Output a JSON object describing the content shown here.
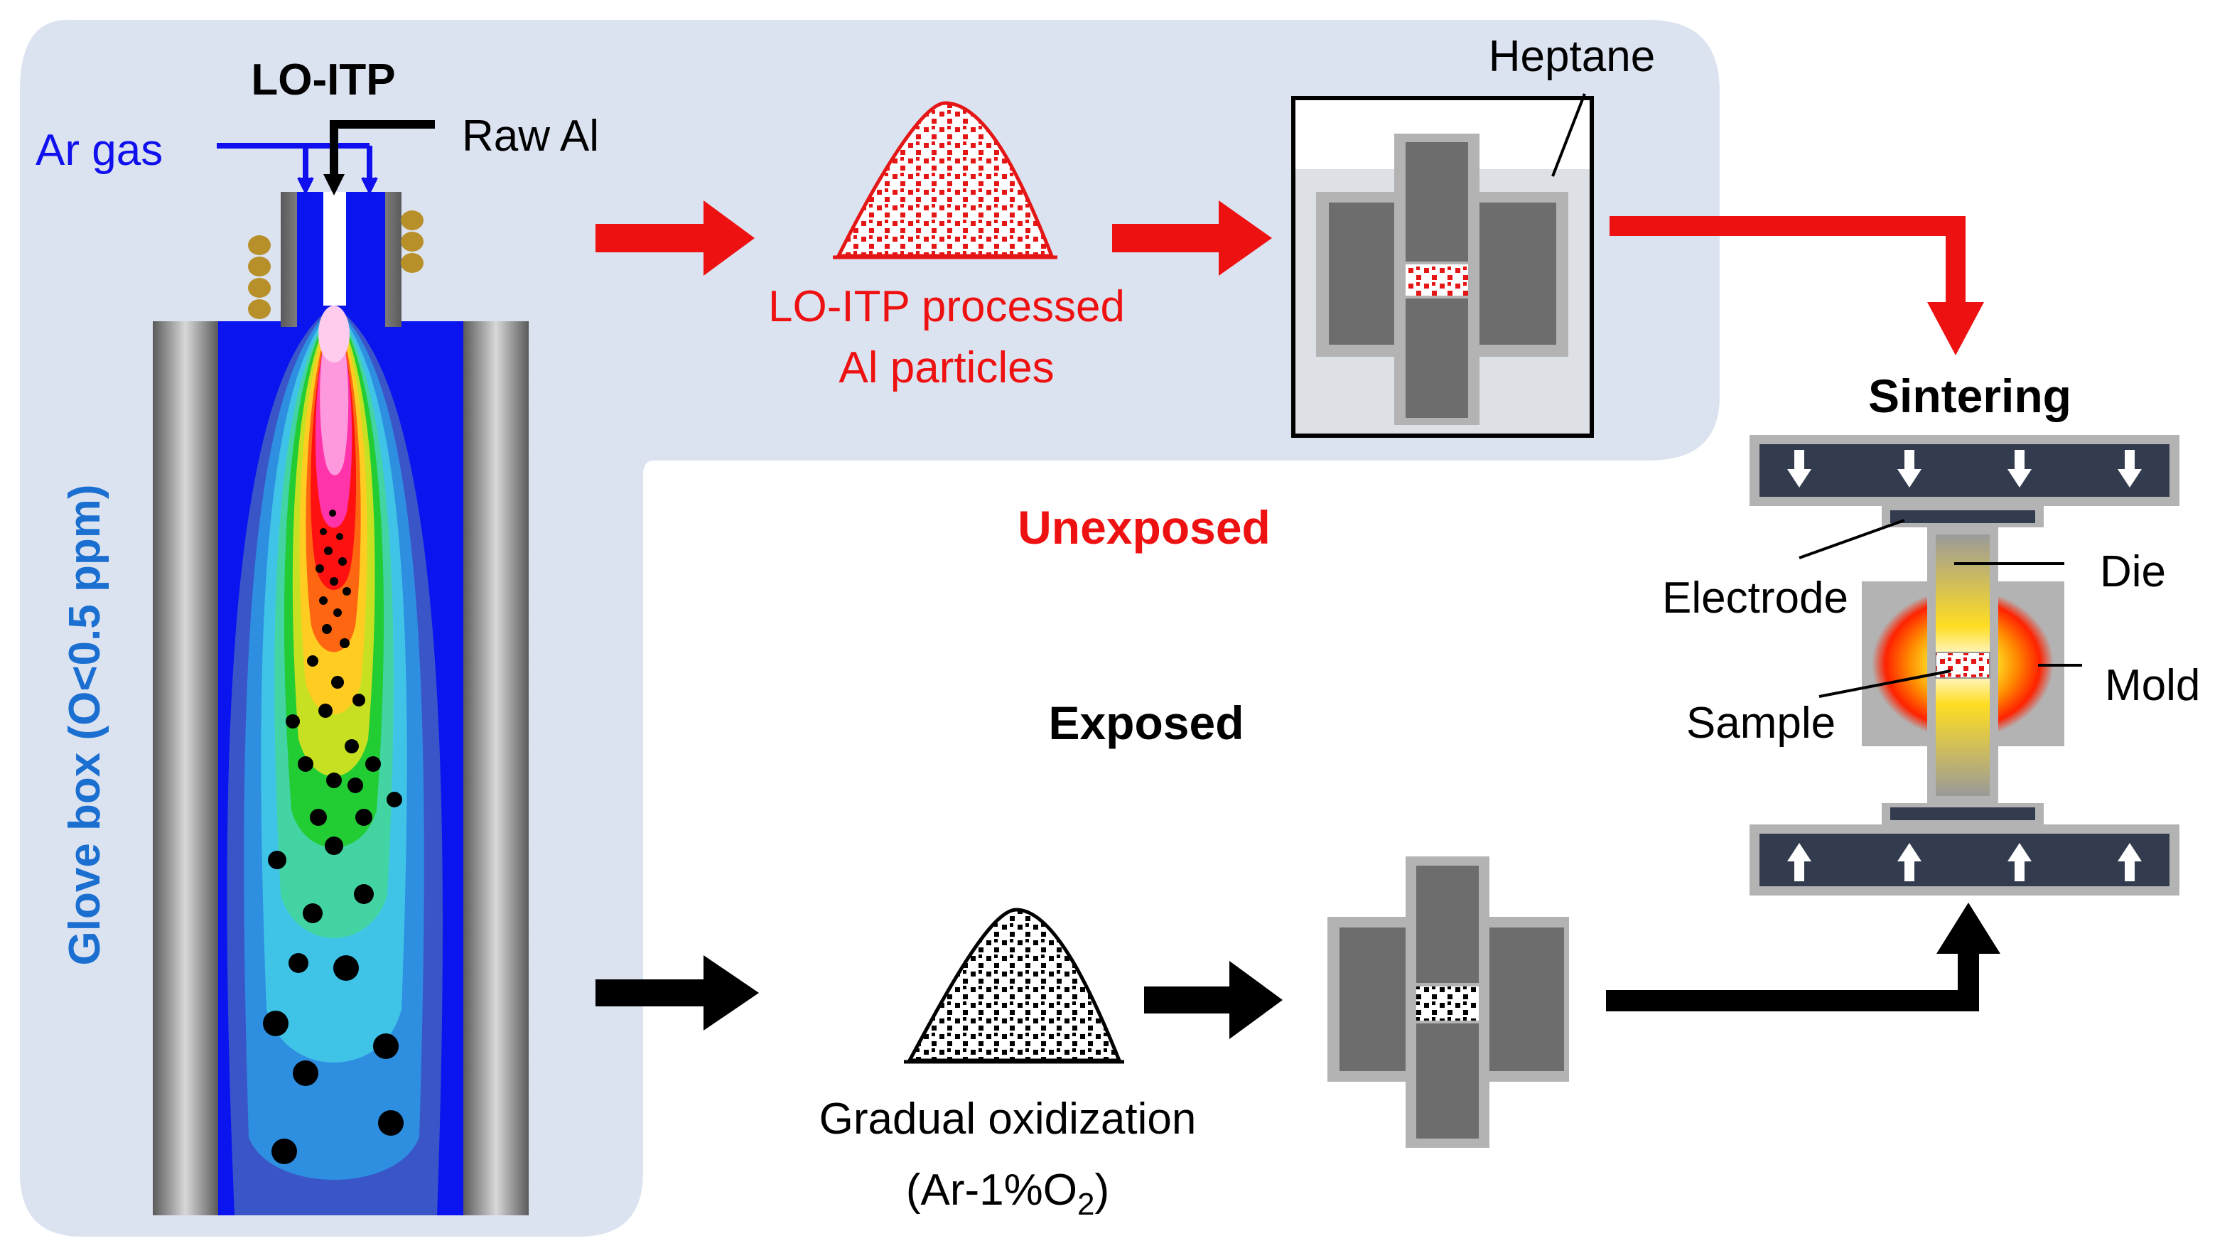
{
  "colors": {
    "glovebox_bg": "#dce3f0",
    "argon_blue": "#1010ee",
    "red_path": "#ee1111",
    "black_path": "#000000",
    "steel_gray": "#6d6d6d",
    "light_gray": "#b3b3b3",
    "press_dark": "#323c4e",
    "heptane": "#dde0e4",
    "glovebox_label": "#1a6fd0"
  },
  "labels": {
    "lo_itp": "LO-ITP",
    "ar_gas": "Ar gas",
    "raw_al": "Raw Al",
    "glove_box": "Glove box (O<0.5 ppm)",
    "lo_itp_particles_line1": "LO-ITP processed",
    "lo_itp_particles_line2": "Al particles",
    "heptane": "Heptane",
    "unexposed": "Unexposed",
    "exposed": "Exposed",
    "gradual_line1": "Gradual oxidization",
    "gradual_line2_prefix": "(Ar-1%O",
    "gradual_line2_sub": "2",
    "gradual_line2_suffix": ")",
    "sintering": "Sintering",
    "electrode": "Electrode",
    "die": "Die",
    "mold": "Mold",
    "sample": "Sample"
  },
  "icons": {
    "flow_arrow": "right-arrow-icon",
    "press_arrow_down": "down-arrow-icon",
    "press_arrow_up": "up-arrow-icon"
  }
}
